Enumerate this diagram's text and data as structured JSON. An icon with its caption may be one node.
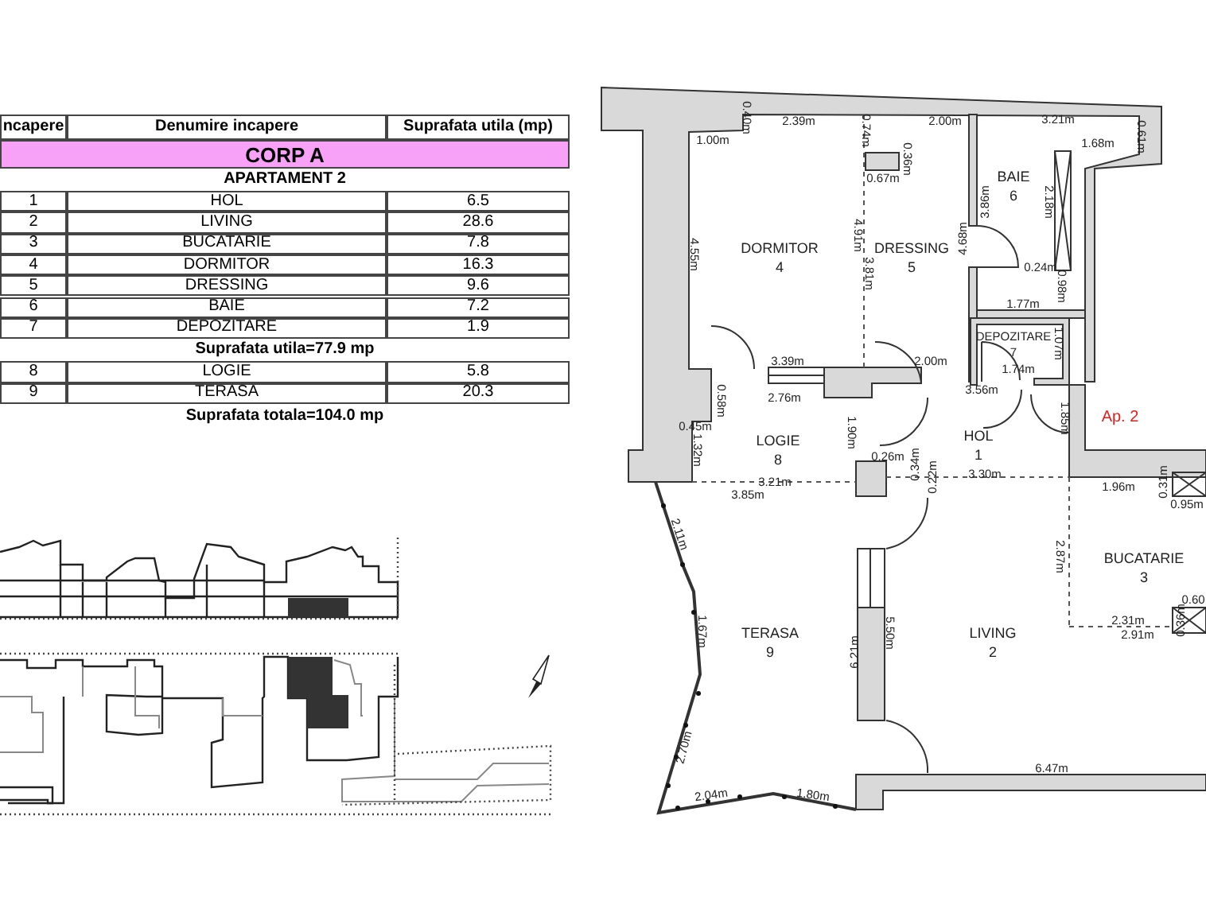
{
  "diagram": {
    "nodes": [
      {
        "text": [
          "DORMITOR",
          "4"
        ]
      },
      {
        "text": [
          "DRESSING",
          "5"
        ]
      },
      {
        "text": [
          "BAIE",
          "6"
        ]
      },
      {
        "text": [
          "DEPOZITARE",
          "7"
        ]
      },
      {
        "text": [
          "LOGIE",
          "8"
        ]
      },
      {
        "text": [
          "HOL",
          "1"
        ]
      },
      {
        "text": [
          "BUCATARIE",
          "3"
        ]
      },
      {
        "text": [
          "TERASA",
          "9"
        ]
      },
      {
        "text": [
          "LIVING",
          "2"
        ]
      }
    ],
    "labels": [
      "ncapere",
      "Denumire incapere",
      "Suprafata utila (mp)",
      "CORP A",
      "APARTAMENT 2",
      "1",
      "HOL",
      "6.5",
      "2",
      "LIVING",
      "28.6",
      "3",
      "BUCATARIE",
      "7.8",
      "4",
      "DORMITOR",
      "16.3",
      "5",
      "DRESSING",
      "9.6",
      "6",
      "BAIE",
      "7.2",
      "7",
      "DEPOZITARE",
      "1.9",
      "Suprafata utila=77.9 mp",
      "8",
      "LOGIE",
      "5.8",
      "9",
      "TERASA",
      "20.3",
      "Suprafata totala=104.0 mp",
      "0.40m",
      "2.39m",
      "0.74m",
      "2.00m",
      "3.21m",
      "1.00m",
      "1.68m",
      "0.61m",
      "0.36m",
      "0.67m",
      "3.86m",
      "2.18m",
      "4.91m",
      "4.68m",
      "4.55m",
      "0.24m",
      "3.81m",
      "0.98m",
      "1.77m",
      "1.07m",
      "3.39m",
      "2.00m",
      "1.74m",
      "3.56m",
      "2.76m",
      "0.58m",
      "Ap. 2",
      "1.85m",
      "0.45m",
      "1.90m",
      "1.32m",
      "0.26m",
      "0.34m",
      "3.30m",
      "0.22m",
      "3.21m",
      "0.31m",
      "1.96m",
      "0.95m",
      "3.85m",
      "2.11m",
      "2.87m",
      "0.60",
      "1.67m",
      "6.21m",
      "5.50m",
      "2.31m",
      "2.91m",
      "0.36m",
      "2.70m",
      "6.47m",
      "2.04m",
      "1.80m"
    ]
  }
}
